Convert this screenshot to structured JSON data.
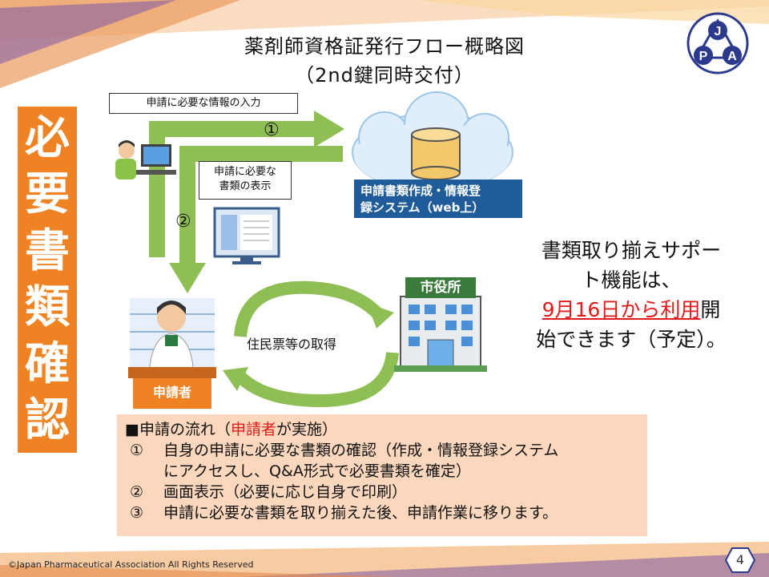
{
  "title": {
    "line1": "薬剤師資格証発行フロー概略図",
    "line2": "（2nd鍵同時交付）"
  },
  "side_label": [
    "必",
    "要",
    "書",
    "類",
    "確",
    "認"
  ],
  "logo": {
    "letters": [
      "J",
      "P",
      "A"
    ]
  },
  "flow": {
    "step1_num": "①",
    "step2_num": "②",
    "input_label": "申請に必要な情報の入力",
    "display_label_1": "申請に必要な",
    "display_label_2": "書類の表示",
    "system_label_1": "申請書類作成・情報登",
    "system_label_2": "録システム（web上）",
    "cityhall_sign": "市役所",
    "cycle_label": "住民票等の取得",
    "applicant_label": "申請者"
  },
  "support_note": {
    "line1": "書類取り揃えサポー",
    "line2": "ト機能は、",
    "line3_red": "9月16日から利用",
    "line3_rest": "開",
    "line4": "始できます（予定）。"
  },
  "procedure": {
    "heading_prefix": "■申請の流れ（",
    "heading_red": "申請者",
    "heading_suffix": "が実施）",
    "items": [
      {
        "num": "①",
        "text": "自身の申請に必要な書類の確認（作成・情報登録システム"
      },
      {
        "num": "",
        "text": "にアクセスし、Q&A形式で必要書類を確定）"
      },
      {
        "num": "②",
        "text": "画面表示（必要に応じ自身で印刷）"
      },
      {
        "num": "③",
        "text": "申請に必要な書類を取り揃えた後、申請作業に移ります。"
      }
    ]
  },
  "footer": {
    "copyright": "©Japan Pharmaceutical Association All Rights Reserved",
    "page": "4"
  },
  "colors": {
    "arrow_green": "#8fbe55",
    "side_orange": "#ef8222",
    "system_blue": "#1f5c99",
    "flow_box": "#fbd7bd",
    "logo_navy": "#2b3a8c",
    "highlight_red": "#e21b1b"
  }
}
